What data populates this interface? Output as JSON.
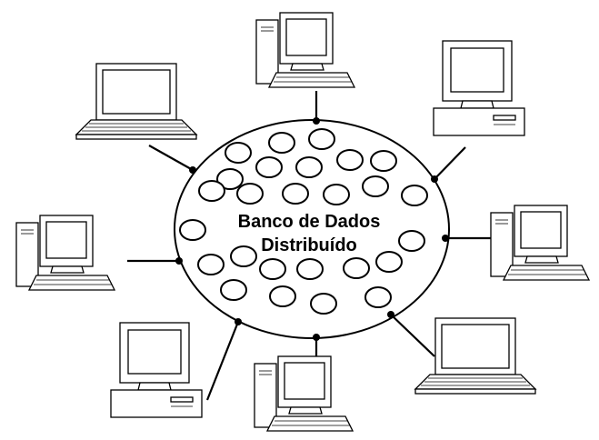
{
  "center": {
    "line1": "Banco de Dados",
    "line2": "Distribuído"
  },
  "nodes": [
    {
      "type": "desktop-tower"
    },
    {
      "type": "laptop"
    },
    {
      "type": "desktop-flat"
    },
    {
      "type": "desktop-tower"
    },
    {
      "type": "laptop"
    },
    {
      "type": "laptop"
    },
    {
      "type": "desktop-tower"
    },
    {
      "type": "desktop-flat"
    },
    {
      "type": "desktop-tower"
    },
    {
      "type": "laptop"
    }
  ],
  "colors": {
    "stroke": "#000000",
    "background": "#ffffff"
  }
}
